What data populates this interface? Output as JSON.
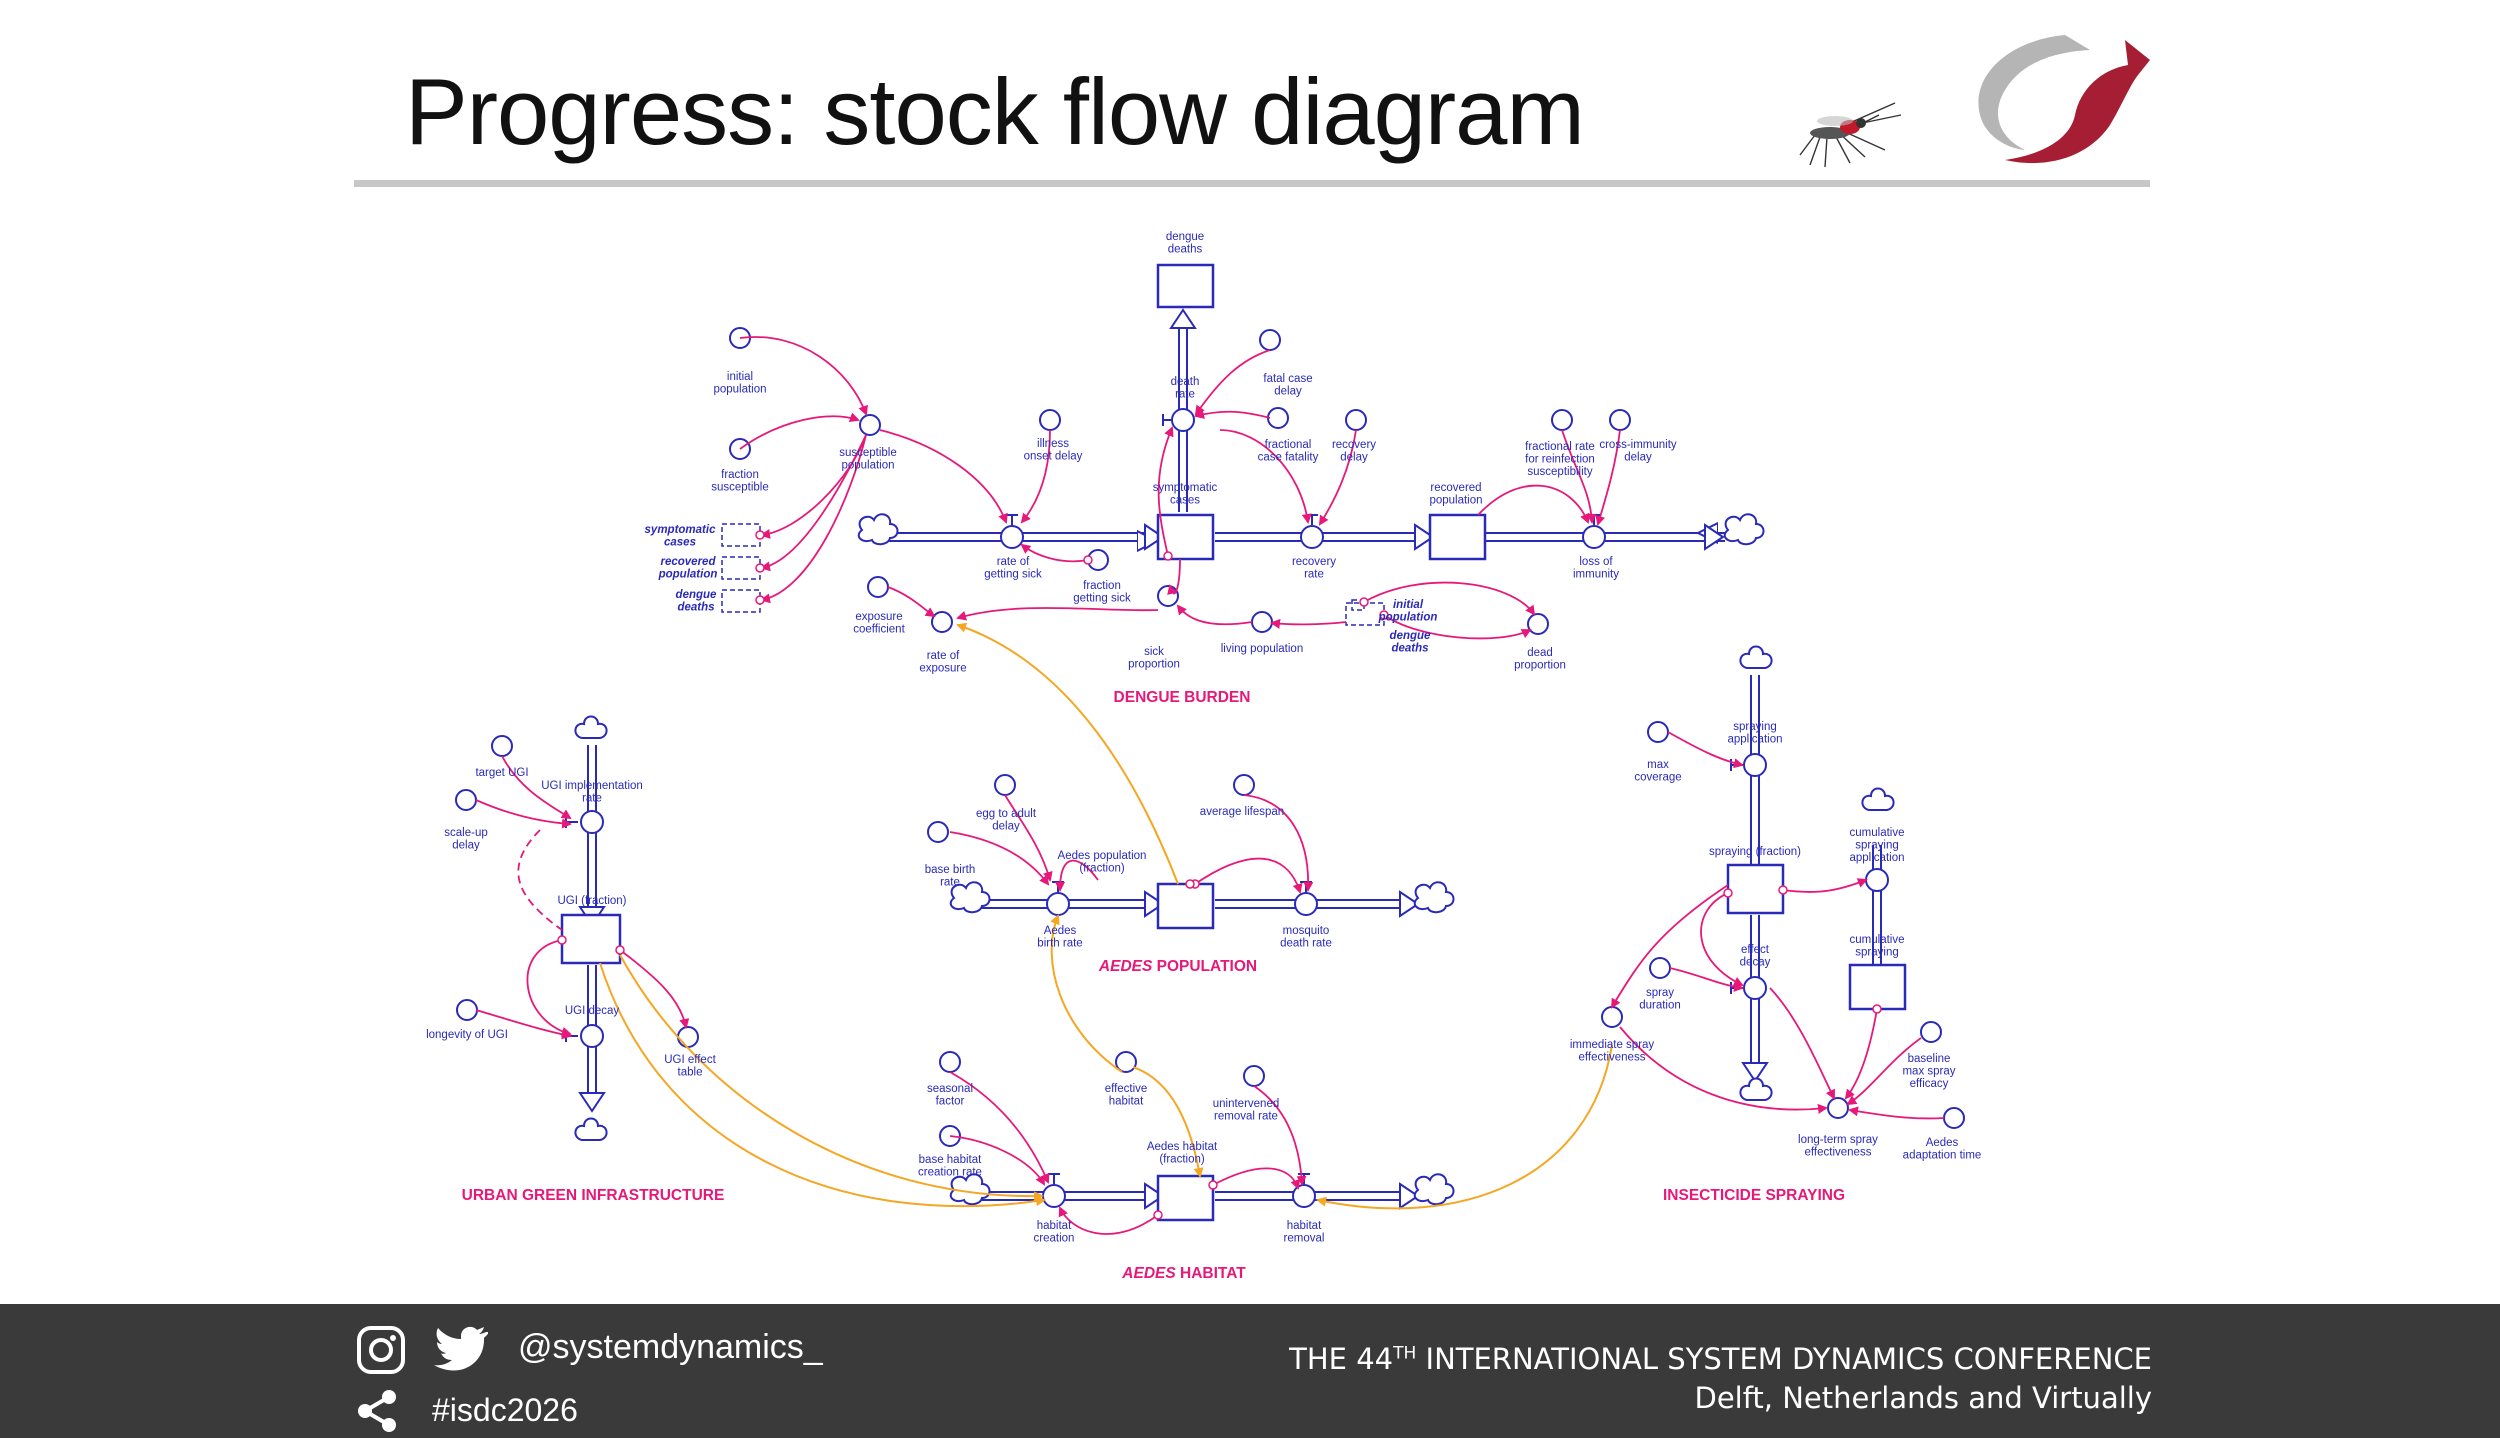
{
  "slide": {
    "title": "Progress: stock flow diagram"
  },
  "colors": {
    "stock_flow": "#2a2ab8",
    "causal_link": "#e6197a",
    "cross_link": "#f5a623",
    "section_label": "#e6197a",
    "footer_bg": "#3a3a3a"
  },
  "sections": {
    "dengue": "DENGUE BURDEN",
    "aedes_pop_italic": "AEDES",
    "aedes_pop_rest": "POPULATION",
    "habitat_italic": "AEDES",
    "habitat_rest": "HABITAT",
    "ugi": "URBAN GREEN INFRASTRUCTURE",
    "spraying": "INSECTICIDE SPRAYING"
  },
  "labels": {
    "dengue_deaths": [
      "dengue",
      "deaths"
    ],
    "death_rate": [
      "death",
      "rate"
    ],
    "fatal_case_delay": [
      "fatal case",
      "delay"
    ],
    "fractional_case_fatality": [
      "fractional",
      "case fatality"
    ],
    "recovery_delay": [
      "recovery",
      "delay"
    ],
    "initial_population": [
      "initial",
      "population"
    ],
    "susceptible_population": [
      "susceptible",
      "population"
    ],
    "fraction_susceptible": [
      "fraction",
      "susceptible"
    ],
    "illness_onset_delay": [
      "illness",
      "onset delay"
    ],
    "symptomatic_cases": [
      "symptomatic",
      "cases"
    ],
    "recovered_population": [
      "recovered",
      "population"
    ],
    "fractional_rate_reinfection": [
      "fractional rate",
      "for reinfection",
      "susceptibility"
    ],
    "cross_immunity_delay": [
      "cross-immunity",
      "delay"
    ],
    "ghost_symptomatic": [
      "symptomatic",
      "cases"
    ],
    "ghost_recovered": [
      "recovered",
      "population"
    ],
    "ghost_dengue_deaths": [
      "dengue",
      "deaths"
    ],
    "rate_of_getting_sick": [
      "rate of",
      "getting sick"
    ],
    "recovery_rate": [
      "recovery",
      "rate"
    ],
    "loss_of_immunity": [
      "loss of",
      "immunity"
    ],
    "fraction_getting_sick": [
      "fraction",
      "getting sick"
    ],
    "exposure_coefficient": [
      "exposure",
      "coefficient"
    ],
    "rate_of_exposure": [
      "rate of",
      "exposure"
    ],
    "sick_proportion": [
      "sick",
      "proportion"
    ],
    "living_population": [
      "living population"
    ],
    "ghost_initial_population": [
      "initial",
      "population"
    ],
    "ghost_dengue_deaths_2": [
      "dengue",
      "deaths"
    ],
    "dead_proportion": [
      "dead",
      "proportion"
    ],
    "egg_to_adult_delay": [
      "egg to adult",
      "delay"
    ],
    "average_lifespan": [
      "average lifespan"
    ],
    "base_birth_rate": [
      "base birth",
      "rate"
    ],
    "aedes_population_fraction": [
      "Aedes population",
      "(fraction)"
    ],
    "aedes_birth_rate": [
      "Aedes",
      "birth rate"
    ],
    "mosquito_death_rate": [
      "mosquito",
      "death rate"
    ],
    "target_ugi": [
      "target UGI"
    ],
    "ugi_implementation_rate": [
      "UGI implementation",
      "rate"
    ],
    "scale_up_delay": [
      "scale-up",
      "delay"
    ],
    "ugi_fraction": [
      "UGI (fraction)"
    ],
    "ugi_decay": [
      "UGI decay"
    ],
    "longevity_of_ugi": [
      "longevity of UGI"
    ],
    "ugi_effect_table": [
      "UGI effect",
      "table"
    ],
    "seasonal_factor": [
      "seasonal",
      "factor"
    ],
    "effective_habitat": [
      "effective",
      "habitat"
    ],
    "unintervened_removal_rate": [
      "unintervened",
      "removal rate"
    ],
    "base_habitat_creation_rate": [
      "base habitat",
      "creation rate"
    ],
    "aedes_habitat_fraction": [
      "Aedes habitat",
      "(fraction)"
    ],
    "habitat_creation": [
      "habitat",
      "creation"
    ],
    "habitat_removal": [
      "habitat",
      "removal"
    ],
    "spraying_application": [
      "spraying",
      "application"
    ],
    "max_coverage": [
      "max",
      "coverage"
    ],
    "spraying_fraction": [
      "spraying (fraction)"
    ],
    "cumulative_spraying_application": [
      "cumulative",
      "spraying",
      "application"
    ],
    "cumulative_spraying": [
      "cumulative",
      "spraying"
    ],
    "effect_decay": [
      "effect",
      "decay"
    ],
    "spray_duration": [
      "spray",
      "duration"
    ],
    "immediate_spray_effectiveness": [
      "immediate spray",
      "effectiveness"
    ],
    "baseline_max_spray_efficacy": [
      "baseline",
      "max spray",
      "efficacy"
    ],
    "long_term_spray_effectiveness": [
      "long-term spray",
      "effectiveness"
    ],
    "aedes_adaptation_time": [
      "Aedes",
      "adaptation time"
    ]
  },
  "footer": {
    "handle": "@systemdynamics_",
    "hashtag": "#isdc2026",
    "conf_prefix": "THE 44",
    "conf_sup": "TH",
    "conf_suffix": " INTERNATIONAL SYSTEM DYNAMICS CONFERENCE",
    "location": "Delft, Netherlands and Virtually"
  },
  "icons": {
    "instagram": "instagram-icon",
    "twitter": "twitter-icon",
    "share": "share-icon",
    "logo": "isdc-logo",
    "mosquito": "mosquito-icon"
  }
}
